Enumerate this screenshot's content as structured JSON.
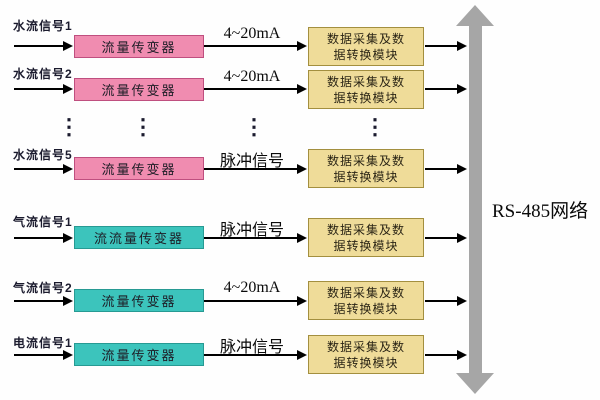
{
  "colors": {
    "pink": "#f08cb0",
    "pink_border": "#bf4f7f",
    "teal": "#3cc4bc",
    "teal_border": "#279a93",
    "yellow": "#efdc99",
    "yellow_border": "#a38f3f",
    "bar": "#a6a6a6"
  },
  "network": {
    "label": "RS-485网络"
  },
  "ellipsis_char": "⋮",
  "rows": [
    {
      "input": "水流信号1",
      "transmitter": "流量传变器",
      "signal": "4~20mA",
      "module_line1": "数据采集及数",
      "module_line2": "据转换模块"
    },
    {
      "input": "水流信号2",
      "transmitter": "流量传变器",
      "signal": "4~20mA",
      "module_line1": "数据采集及数",
      "module_line2": "据转换模块"
    },
    {
      "input": "水流信号5",
      "transmitter": "流量传变器",
      "signal": "脉冲信号",
      "module_line1": "数据采集及数",
      "module_line2": "据转换模块"
    },
    {
      "input": "气流信号1",
      "transmitter": "流流量传变器",
      "signal": "脉冲信号",
      "module_line1": "数据采集及数",
      "module_line2": "据转换模块"
    },
    {
      "input": "气流信号2",
      "transmitter": "流量传变器",
      "signal": "4~20mA",
      "module_line1": "数据采集及数",
      "module_line2": "据转换模块"
    },
    {
      "input": "电流信号1",
      "transmitter": "流量传变器",
      "signal": "脉冲信号",
      "module_line1": "数据采集及数",
      "module_line2": "据转换模块"
    }
  ]
}
